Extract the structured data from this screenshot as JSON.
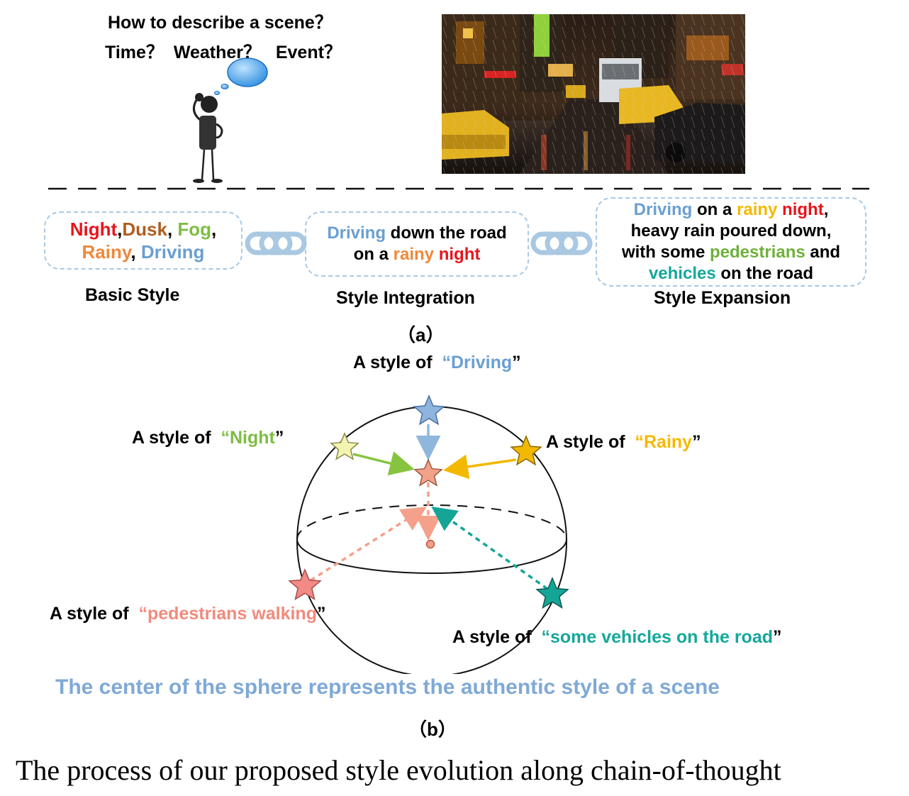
{
  "question": {
    "line1": "How to describe a scene？",
    "line2_parts": [
      "Time？",
      "Weather？",
      "Event？"
    ]
  },
  "panel_a": {
    "basic_box": {
      "w1": "Night",
      "sep1": ",",
      "w2": "Dusk",
      "sep2": ", ",
      "w3": "Fog",
      "sep3": ",",
      "w4": "Rainy",
      "sep4": ", ",
      "w5": "Driving"
    },
    "integration_box": {
      "w1": "Driving",
      "t1": " down the road",
      "t2": "on a ",
      "w2": "rainy",
      "t3": " ",
      "w3": "night"
    },
    "expansion_box": {
      "w1": "Driving",
      "t1": " on a ",
      "w2": "rainy",
      "t2": " ",
      "w3": "night",
      "t3": ",",
      "l2": "heavy rain poured down,",
      "t4": "with some ",
      "w4": "pedestrians",
      "t5": " and",
      "w5": "vehicles",
      "t6": " on the road"
    },
    "labels": [
      "Basic Style",
      "Style Integration",
      "Style Expansion"
    ],
    "sublabel": "（a）"
  },
  "panel_b": {
    "prefix": "A style of ",
    "styles": {
      "driving": "Driving",
      "night": "Night",
      "rainy": "Rainy",
      "pedestrians": "pedestrians walking",
      "vehicles": "some vehicles on the road"
    },
    "open_quote": "“",
    "close_quote": "”",
    "center_text": "The center of the sphere represents the authentic style of a scene",
    "sublabel": "（b）"
  },
  "caption": "The process of our proposed style evolution along chain-of-thought",
  "colors": {
    "red": "#e8141b",
    "brown": "#b05d1d",
    "green": "#7dbd42",
    "orange": "#f0883a",
    "blue": "#6a9fd1",
    "yellow": "#f5b800",
    "salmon": "#f28a7c",
    "teal": "#14a89a",
    "box_border": "#a9c8e2"
  },
  "icons": [
    "thinking-person-icon",
    "thought-bubble-icon",
    "rainy-night-street-photo",
    "chain-link-icon",
    "star-icon"
  ]
}
